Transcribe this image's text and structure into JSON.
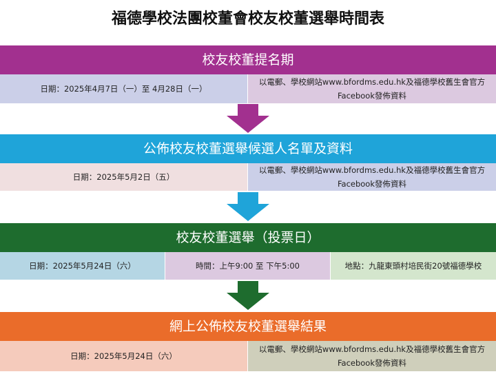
{
  "title": "福德學校法團校董會校友校董選舉時間表",
  "colors": {
    "stage1": "#a2308f",
    "stage1_left": "#cbcfe8",
    "stage1_right": "#dcc9e0",
    "stage2": "#1fa4d9",
    "stage2_left": "#f0dfe0",
    "stage2_right": "#cbcfe8",
    "stage3": "#1e6c2e",
    "stage3_a": "#b5d6e4",
    "stage3_b": "#dcc9e0",
    "stage3_c": "#d4e6cd",
    "stage4": "#ea6c2a",
    "stage4_left": "#f5cbbc",
    "stage4_right": "#cfcfbb"
  },
  "stages": [
    {
      "heading": "校友校董提名期",
      "cells": [
        "日期：2025年4月7日（一）至 4月28日（一）",
        "以電郵、學校網站www.bfordms.edu.hk及福德學校舊生會官方Facebook發佈資料"
      ]
    },
    {
      "heading": "公佈校友校董選舉候選人名單及資料",
      "cells": [
        "日期：2025年5月2日（五）",
        "以電郵、學校網站www.bfordms.edu.hk及福德學校舊生會官方Facebook發佈資料"
      ]
    },
    {
      "heading": "校友校董選舉（投票日）",
      "cells": [
        "日期：2025年5月24日（六）",
        "時間：上午9:00 至 下午5:00",
        "地點：九龍東頭村培民街20號福德學校"
      ]
    },
    {
      "heading": "網上公佈校友校董選舉結果",
      "cells": [
        "日期：2025年5月24日（六）",
        "以電郵、學校網站www.bfordms.edu.hk及福德學校舊生會官方Facebook發佈資料"
      ]
    }
  ]
}
